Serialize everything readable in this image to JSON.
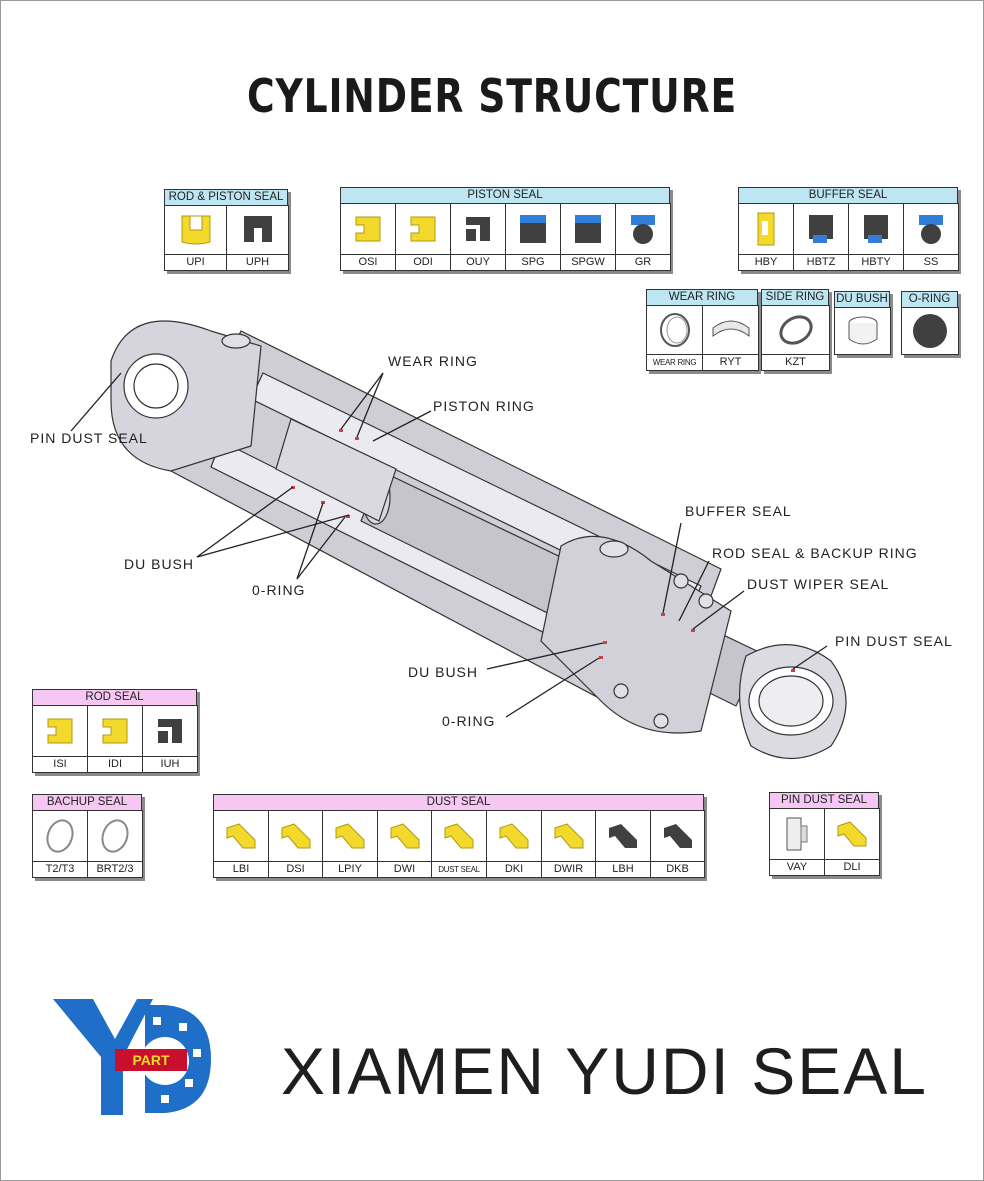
{
  "title": "CYLINDER STRUCTURE",
  "brand": "XIAMEN YUDI SEAL",
  "logo_text": "PART",
  "colors": {
    "yellow": "#f2d92c",
    "dark": "#404040",
    "blue": "#2f7fd8",
    "cyan_header": "#bde6f2",
    "pink_header": "#f6c7f2",
    "logo_blue": "#1f6fc9",
    "logo_red": "#c8102e",
    "cylinder": "#cfcdd6"
  },
  "groups": {
    "rod_piston": {
      "title": "ROD & PISTON SEAL",
      "items": [
        {
          "label": "UPI",
          "icon": "yellow-u-seal-icon"
        },
        {
          "label": "UPH",
          "icon": "dark-u-seal-icon"
        }
      ]
    },
    "piston": {
      "title": "PISTON SEAL",
      "items": [
        {
          "label": "OSI",
          "icon": "yellow-seal-icon"
        },
        {
          "label": "ODI",
          "icon": "yellow-seal-icon"
        },
        {
          "label": "OUY",
          "icon": "dark-seal-icon"
        },
        {
          "label": "SPG",
          "icon": "blue-dark-seal-icon"
        },
        {
          "label": "SPGW",
          "icon": "blue-dark-seal-icon"
        },
        {
          "label": "GR",
          "icon": "blue-oring-seal-icon"
        }
      ]
    },
    "buffer": {
      "title": "BUFFER SEAL",
      "items": [
        {
          "label": "HBY",
          "icon": "yellow-buffer-icon"
        },
        {
          "label": "HBTZ",
          "icon": "dark-blue-buffer-icon"
        },
        {
          "label": "HBTY",
          "icon": "dark-blue-buffer-icon"
        },
        {
          "label": "SS",
          "icon": "blue-oring-seal-icon"
        }
      ]
    },
    "wear": {
      "title": "WEAR RING",
      "items": [
        {
          "label": "WEAR RING",
          "icon": "wear-ring-icon"
        },
        {
          "label": "RYT",
          "icon": "wear-strip-icon"
        }
      ]
    },
    "side": {
      "title": "SIDE RING",
      "items": [
        {
          "label": "KZT",
          "icon": "split-ring-icon"
        }
      ]
    },
    "du": {
      "title": "DU BUSH",
      "items": [
        {
          "label": "",
          "icon": "bush-icon"
        }
      ]
    },
    "oring": {
      "title": "O-RING",
      "items": [
        {
          "label": "",
          "icon": "oring-icon"
        }
      ]
    },
    "rod": {
      "title": "ROD SEAL",
      "items": [
        {
          "label": "ISI",
          "icon": "yellow-seal-icon"
        },
        {
          "label": "IDI",
          "icon": "yellow-seal-icon"
        },
        {
          "label": "IUH",
          "icon": "dark-seal-icon"
        }
      ]
    },
    "backup": {
      "title": "BACHUP SEAL",
      "items": [
        {
          "label": "T2/T3",
          "icon": "backup-ring-icon"
        },
        {
          "label": "BRT2/3",
          "icon": "backup-ring-icon"
        }
      ]
    },
    "dust": {
      "title": "DUST   SEAL",
      "items": [
        {
          "label": "LBI",
          "icon": "yellow-wiper-icon"
        },
        {
          "label": "DSI",
          "icon": "yellow-wiper-icon"
        },
        {
          "label": "LPIY",
          "icon": "yellow-wiper-icon"
        },
        {
          "label": "DWI",
          "icon": "yellow-wiper-icon"
        },
        {
          "label": "DUST SEAL",
          "icon": "yellow-wiper-icon"
        },
        {
          "label": "DKI",
          "icon": "yellow-wiper-icon"
        },
        {
          "label": "DWIR",
          "icon": "yellow-wiper-icon"
        },
        {
          "label": "LBH",
          "icon": "dark-wiper-icon"
        },
        {
          "label": "DKB",
          "icon": "dark-wiper-icon"
        }
      ]
    },
    "pin_dust": {
      "title": "PIN DUST SEAL",
      "items": [
        {
          "label": "VAY",
          "icon": "pin-seal-icon"
        },
        {
          "label": "DLI",
          "icon": "yellow-wiper-icon"
        }
      ]
    }
  },
  "callouts": {
    "wear_ring": "WEAR RING",
    "piston_ring": "PISTON RING",
    "pin_dust_seal_left": "PIN DUST SEAL",
    "buffer_seal": "BUFFER SEAL",
    "rod_seal_backup": "ROD SEAL & BACKUP RING",
    "dust_wiper_seal": "DUST WIPER SEAL",
    "pin_dust_seal_right": "PIN DUST SEAL",
    "du_bush_left": "DU BUSH",
    "o_ring_left": "0-RING",
    "du_bush_center": "DU BUSH",
    "o_ring_center": "0-RING"
  }
}
